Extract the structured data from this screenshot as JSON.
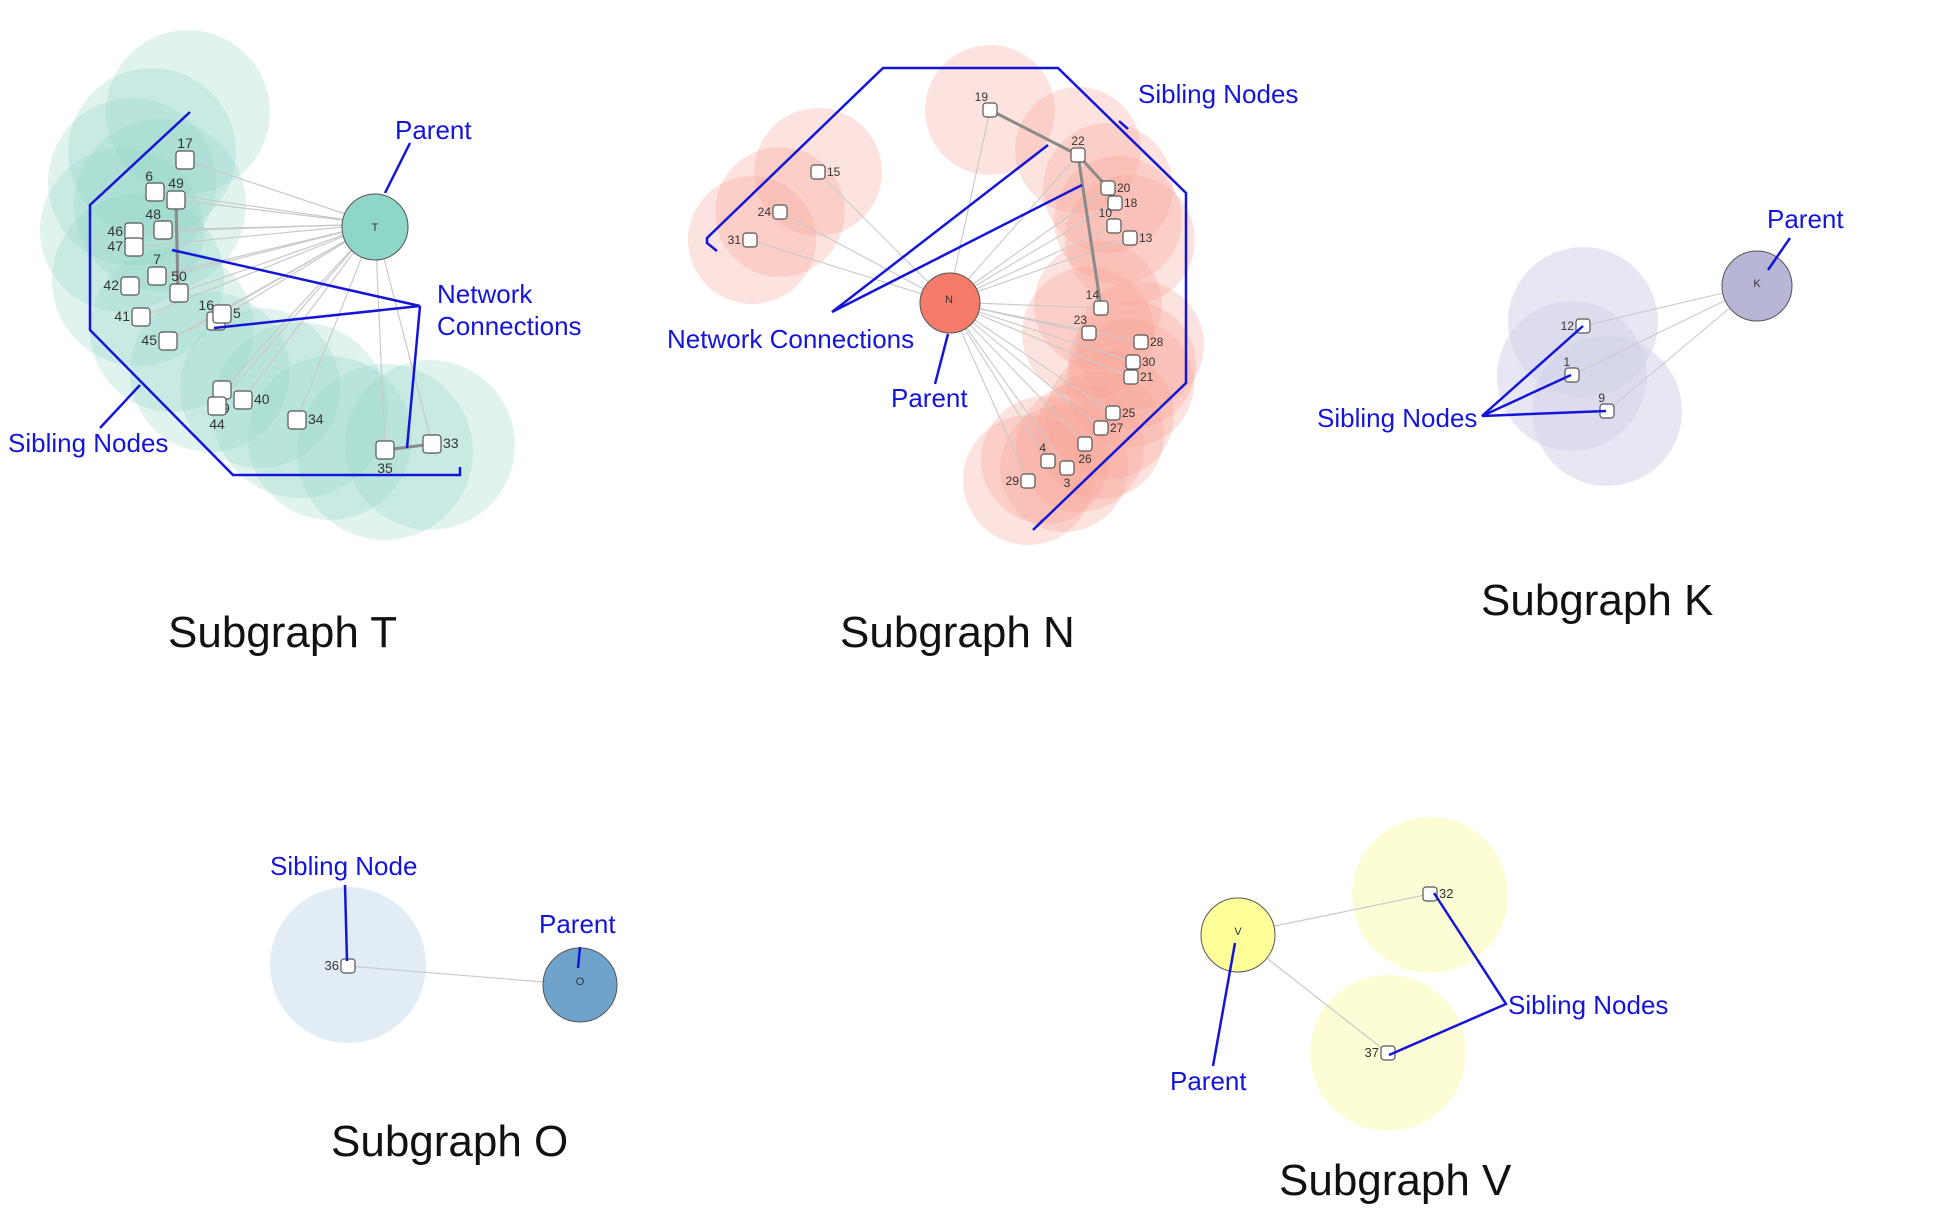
{
  "subgraphs": [
    {
      "id": "T",
      "caption": "Subgraph T",
      "colors": {
        "parent": "#8ed6c8",
        "halo": "#8fd3c4"
      },
      "parent_label": "T",
      "nodes": [
        "17",
        "6",
        "49",
        "48",
        "46",
        "47",
        "7",
        "50",
        "42",
        "41",
        "16",
        "5",
        "45",
        "39",
        "44",
        "40",
        "34",
        "35",
        "33"
      ],
      "annotations": [
        "Parent",
        "Network",
        "Connections",
        "Sibling Nodes"
      ]
    },
    {
      "id": "N",
      "caption": "Subgraph N",
      "colors": {
        "parent": "#f47a6a",
        "halo": "#f7a396"
      },
      "parent_label": "N",
      "nodes": [
        "19",
        "15",
        "24",
        "31",
        "22",
        "20",
        "18",
        "10",
        "13",
        "14",
        "23",
        "28",
        "30",
        "21",
        "25",
        "27",
        "26",
        "4",
        "3",
        "29"
      ],
      "annotations": [
        "Sibling Nodes",
        "Network Connections",
        "Parent"
      ]
    },
    {
      "id": "K",
      "caption": "Subgraph K",
      "colors": {
        "parent": "#b8b6d6",
        "halo": "#d4d3ea"
      },
      "parent_label": "K",
      "nodes": [
        "12",
        "1",
        "9"
      ],
      "annotations": [
        "Parent",
        "Sibling Nodes"
      ]
    },
    {
      "id": "O",
      "caption": "Subgraph O",
      "colors": {
        "parent": "#6fa3cc",
        "halo": "#cfe0ee"
      },
      "parent_label": "O",
      "nodes": [
        "36"
      ],
      "annotations": [
        "Sibling Node",
        "Parent"
      ]
    },
    {
      "id": "V",
      "caption": "Subgraph V",
      "colors": {
        "parent": "#ffff99",
        "halo": "#fdfccb"
      },
      "parent_label": "V",
      "nodes": [
        "32",
        "37"
      ],
      "annotations": [
        "Sibling Nodes",
        "Parent"
      ]
    }
  ],
  "annotation_color": "#1515d8"
}
